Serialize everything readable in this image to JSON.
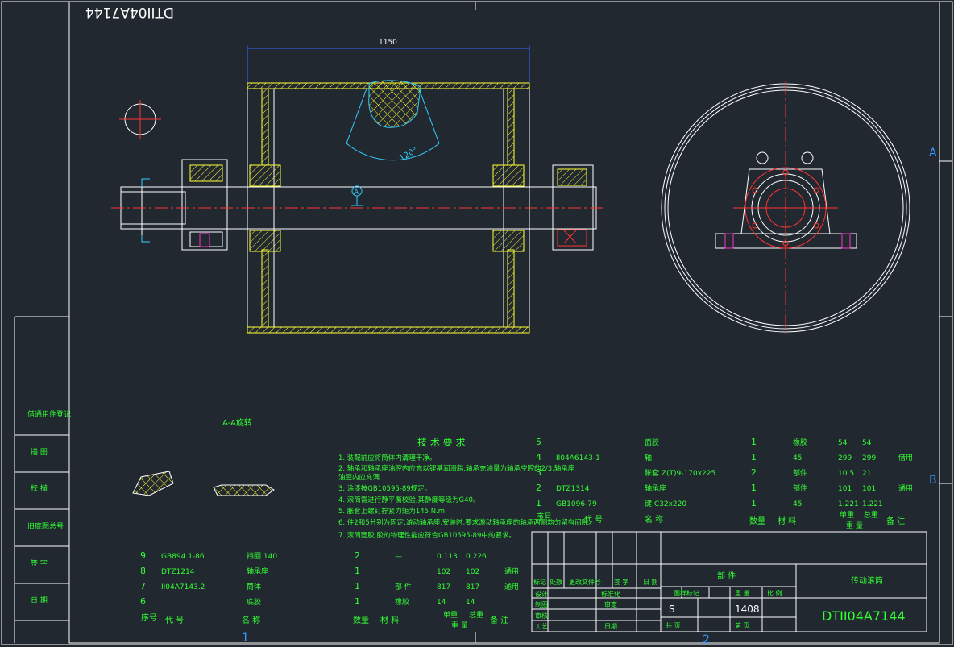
{
  "drawing": {
    "mirrored_code": "DTII04A7144",
    "dimension_length": "1150",
    "angle_label": "120°",
    "section_marker": "A",
    "section_title": "A-A旋转",
    "zone_labels": [
      "A",
      "B"
    ],
    "column_numbers": [
      "1",
      "2"
    ]
  },
  "left_strip": [
    "借通用件登记",
    "描 图",
    "校 描",
    "旧底图总号",
    "签 字",
    "日 期"
  ],
  "tech_requirements": {
    "title": "技 术 要 求",
    "items": [
      "1. 装配前应将筒体内清理干净。",
      "2. 轴承和轴承座油腔内应充以锂基润滑脂,轴承充油量为轴承空腔的2/3,轴承座",
      "   油腔内应充满",
      "3. 涂漆按GB10595-89规定。",
      "4. 滚筒需进行静平衡校验,其静度等级为G40。",
      "5. 胀套上螺钉拧紧力矩为145 N.m.",
      "6. 件2和5分别为固定,游动轴承座,安装时,要求游动轴承座的轴承两侧均匀留有间隙。",
      "7. 滚筒面胶,胶的物理性能应符合GB10595-89中的要求。"
    ]
  },
  "bom_left": [
    {
      "no": "9",
      "code": "GB894.1-86",
      "name": "挡圈 140",
      "qty": "2",
      "mat": "—",
      "unit": "0.113",
      "total": "0.226",
      "note": ""
    },
    {
      "no": "8",
      "code": "DTZ1214",
      "name": "轴承座",
      "qty": "1",
      "mat": "",
      "unit": "102",
      "total": "102",
      "note": "通用"
    },
    {
      "no": "7",
      "code": "II04A7143.2",
      "name": "筒体",
      "qty": "1",
      "mat": "部 件",
      "unit": "817",
      "total": "817",
      "note": "通用"
    },
    {
      "no": "6",
      "code": "",
      "name": "底胶",
      "qty": "1",
      "mat": "橡胶",
      "unit": "14",
      "total": "14",
      "note": ""
    }
  ],
  "bom_right": [
    {
      "no": "5",
      "code": "",
      "name": "面胶",
      "qty": "1",
      "mat": "橡胶",
      "unit": "54",
      "total": "54",
      "note": ""
    },
    {
      "no": "4",
      "code": "II04A6143-1",
      "name": "轴",
      "qty": "1",
      "mat": "45",
      "unit": "299",
      "total": "299",
      "note": "借用"
    },
    {
      "no": "3",
      "code": "",
      "name": "胀套 Z(T)9-170x225",
      "qty": "2",
      "mat": "部件",
      "unit": "10.5",
      "total": "21",
      "note": ""
    },
    {
      "no": "2",
      "code": "DTZ1314",
      "name": "轴承座",
      "qty": "1",
      "mat": "部件",
      "unit": "101",
      "total": "101",
      "note": "通用"
    },
    {
      "no": "1",
      "code": "GB1096-79",
      "name": "键 C32x220",
      "qty": "1",
      "mat": "45",
      "unit": "1.221",
      "total": "1.221",
      "note": ""
    }
  ],
  "bom_header": {
    "no": "序号",
    "code": "代 号",
    "name": "名 称",
    "qty": "数量",
    "mat": "材 料",
    "unit": "单重",
    "total": "总重",
    "weight": "重 量",
    "note": "备 注"
  },
  "title_block": {
    "row_labels": [
      "标记",
      "处数",
      "更改文件号",
      "签 字",
      "日 期"
    ],
    "design": "设计",
    "standard": "标准化",
    "draw": "制图",
    "review": "审定",
    "check": "审核",
    "process": "工艺",
    "date": "日期",
    "part_type": "部 件",
    "stage_mark": "图样标记",
    "weight_label": "重 量",
    "scale_label": "比 例",
    "stage_value": "S",
    "weight_value": "1408",
    "sheets_total": "共  页",
    "sheet_no": "第  页",
    "part_name": "传动滚筒",
    "drawing_no": "DTII04A7144"
  },
  "colors": {
    "background": "#212830",
    "frame": "#ffffff",
    "text": "#33ff33",
    "shaft": "#ffffff",
    "section": "#ffff33",
    "centerline": "#ff3333",
    "dimension": "#3366ff"
  }
}
